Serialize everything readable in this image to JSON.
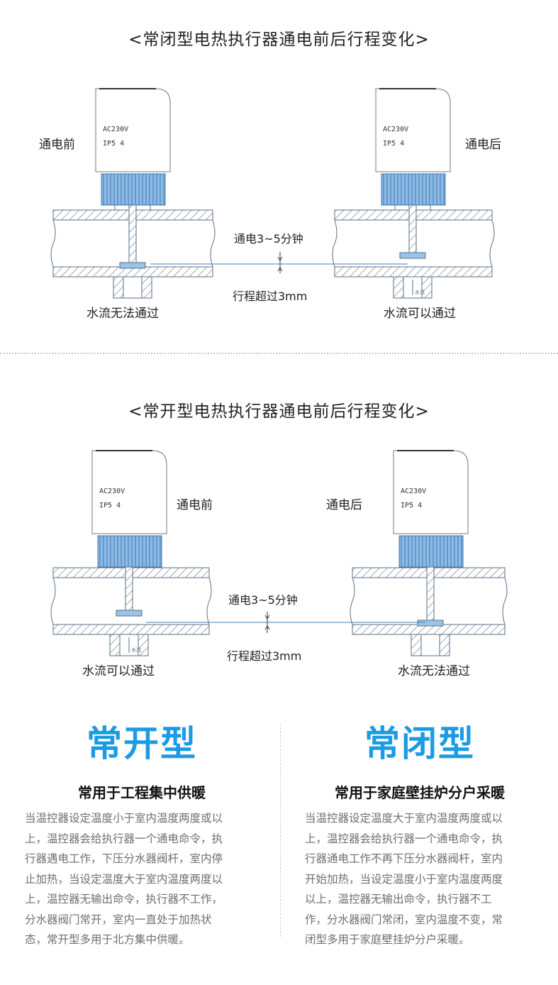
{
  "section1": {
    "title": "<常闭型电热执行器通电前后行程变化>",
    "before_label": "通电前",
    "after_label": "通电后",
    "power_time": "通电3~5分钟",
    "stroke": "行程超过3mm",
    "left_flow": "水流无法通过",
    "right_flow": "水流可以通过"
  },
  "section2": {
    "title": "<常开型电热执行器通电前后行程变化>",
    "before_label": "通电前",
    "after_label": "通电后",
    "power_time": "通电3~5分钟",
    "stroke": "行程超过3mm",
    "left_flow": "水流可以通过",
    "right_flow": "水流无法通过"
  },
  "actuator": {
    "voltage": "AC230V",
    "ip": "IP5 4",
    "flow_mark": "水流"
  },
  "normally_open": {
    "name": "常开型",
    "subtitle": "常用于工程集中供暖",
    "lines": [
      "当温控器设定温度小于室内温度两度或以",
      "上，温控器会给执行器一个通电命令，执",
      "行器遇电工作，下压分水器阀杆，室内停",
      "止加热，当设定温度大于室内温度两度以",
      "上，温控器无输出命令，执行器不工作，",
      "分水器阀门常开，室内一直处于加热状",
      "态，常开型多用于北方集中供暖。"
    ]
  },
  "normally_closed": {
    "name": "常闭型",
    "subtitle": "常用于家庭壁挂炉分户采暖",
    "lines": [
      "当温控器设定温度大于室内温度两度或以",
      "上，温控器会给执行器一个通电命令，执",
      "行器通电工作不再下压分水器阀杆，室内",
      "开始加热，当设定温度小于室内温度两度",
      "以上，温控器无输出命令，执行器不工",
      "作，分水器阀门常闭，室内温度不变，常",
      "闭型多用于家庭壁挂炉分户采暖。"
    ]
  },
  "colors": {
    "accent": "#1b9be4",
    "nut": "#8dbbe6",
    "line": "#5a6f86"
  }
}
